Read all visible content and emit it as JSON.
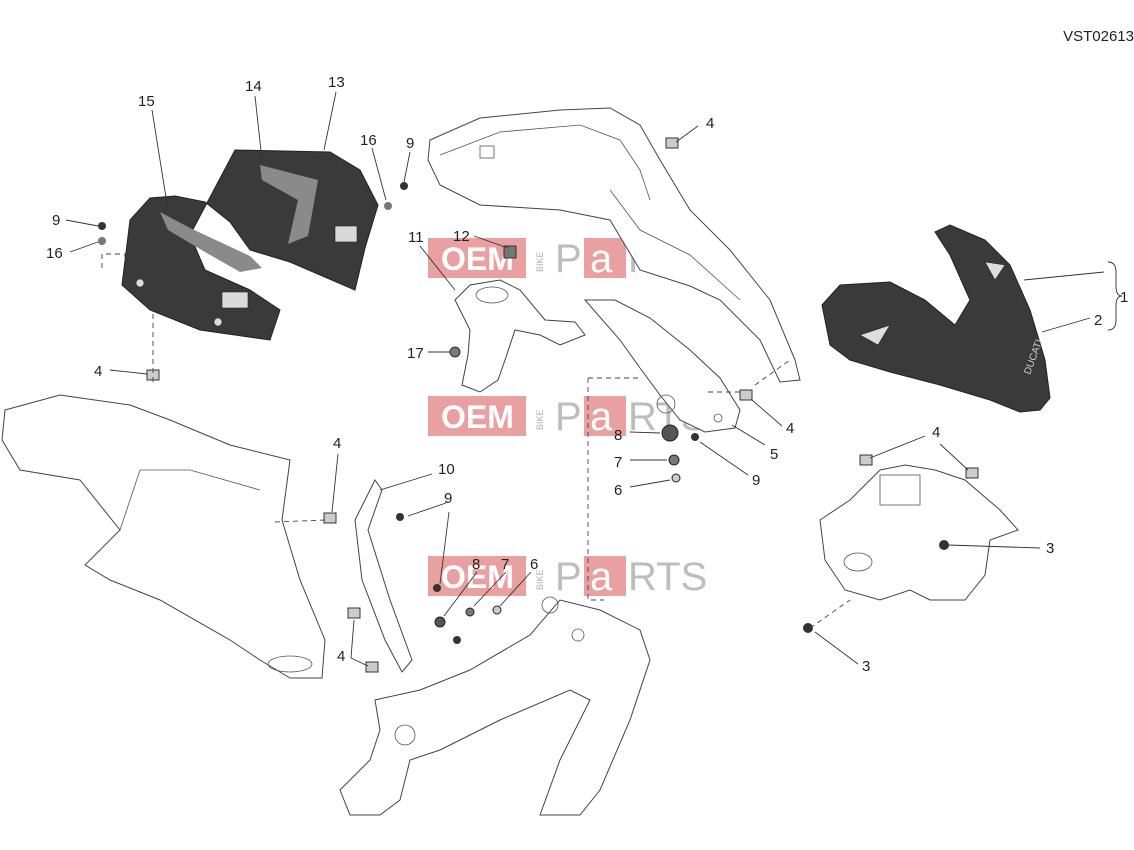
{
  "document_code": "VST02613",
  "watermark": {
    "oem": "OEM",
    "bike": "BIKE",
    "parts_p": "P",
    "parts_a": "a",
    "parts_rts": "RTS"
  },
  "callouts": [
    {
      "id": "c1",
      "label": "1"
    },
    {
      "id": "c2",
      "label": "2"
    },
    {
      "id": "c3a",
      "label": "3"
    },
    {
      "id": "c3b",
      "label": "3"
    },
    {
      "id": "c4a",
      "label": "4"
    },
    {
      "id": "c4b",
      "label": "4"
    },
    {
      "id": "c4c",
      "label": "4"
    },
    {
      "id": "c4d",
      "label": "4"
    },
    {
      "id": "c4e",
      "label": "4"
    },
    {
      "id": "c4f",
      "label": "4"
    },
    {
      "id": "c5",
      "label": "5"
    },
    {
      "id": "c6a",
      "label": "6"
    },
    {
      "id": "c6b",
      "label": "6"
    },
    {
      "id": "c7a",
      "label": "7"
    },
    {
      "id": "c7b",
      "label": "7"
    },
    {
      "id": "c8a",
      "label": "8"
    },
    {
      "id": "c8b",
      "label": "8"
    },
    {
      "id": "c9a",
      "label": "9"
    },
    {
      "id": "c9b",
      "label": "9"
    },
    {
      "id": "c9c",
      "label": "9"
    },
    {
      "id": "c9d",
      "label": "9"
    },
    {
      "id": "c10",
      "label": "10"
    },
    {
      "id": "c11",
      "label": "11"
    },
    {
      "id": "c12",
      "label": "12"
    },
    {
      "id": "c13",
      "label": "13"
    },
    {
      "id": "c14",
      "label": "14"
    },
    {
      "id": "c15",
      "label": "15"
    },
    {
      "id": "c16a",
      "label": "16"
    },
    {
      "id": "c16b",
      "label": "16"
    },
    {
      "id": "c17",
      "label": "17"
    }
  ],
  "front_fairing_logo": "DUCATI",
  "colors": {
    "part_dark": "#3a3a3a",
    "line": "#444444",
    "watermark_red": "#e8a0a0"
  }
}
